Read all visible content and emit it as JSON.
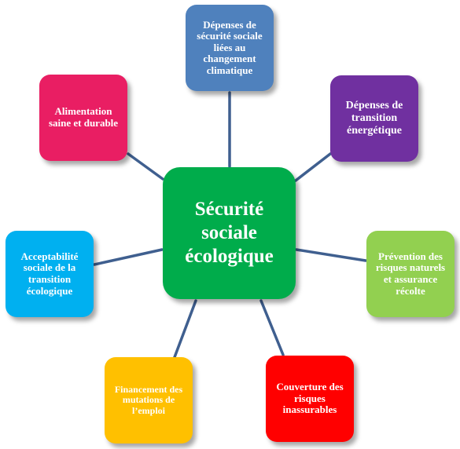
{
  "center": {
    "label": "Sécurité sociale écologique",
    "color": "#00AC4B"
  },
  "nodes": [
    {
      "label": "Dépenses de sécurité sociale liées au changement climatique",
      "color": "#4F81BD"
    },
    {
      "label": "Dépenses de transition énergétique",
      "color": "#7030A0"
    },
    {
      "label": "Prévention des risques naturels et assurance récolte",
      "color": "#92D050"
    },
    {
      "label": "Couverture des risques inassurables",
      "color": "#FF0000"
    },
    {
      "label": "Financement des mutations de l’emploi",
      "color": "#FFC000"
    },
    {
      "label": "Acceptabilité sociale de la transition écologique",
      "color": "#00B0F0"
    },
    {
      "label": "Alimentation saine et durable",
      "color": "#E91E63"
    }
  ],
  "connector_color": "#3F5F8F"
}
